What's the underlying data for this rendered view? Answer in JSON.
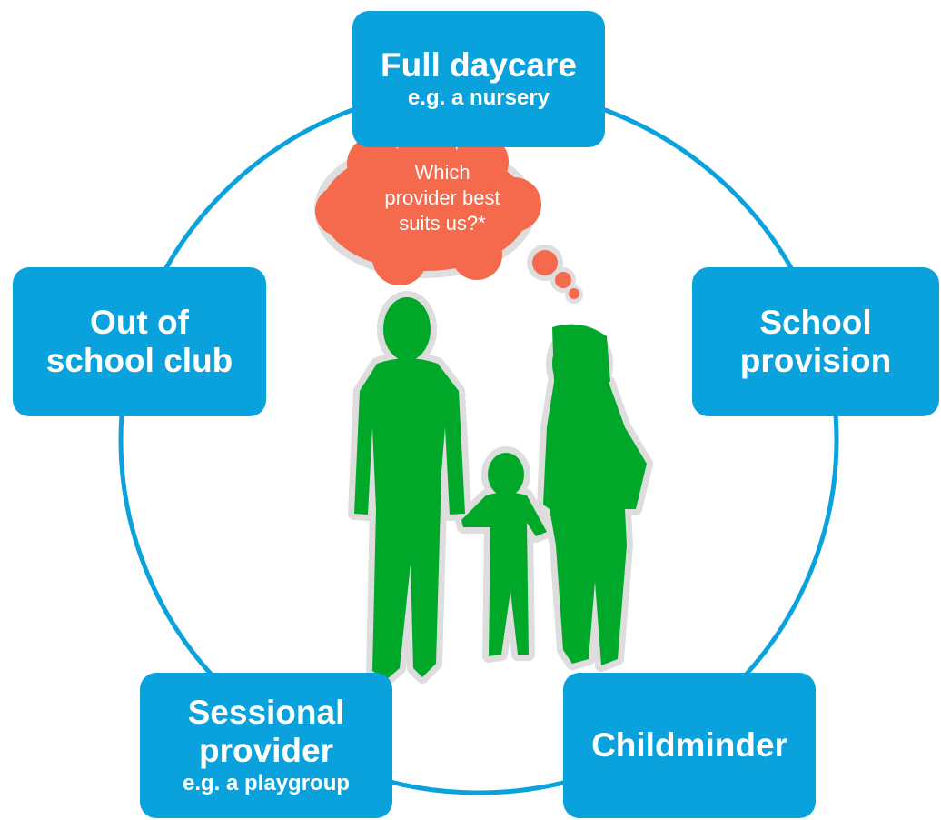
{
  "colors": {
    "box": "#0aa2dd",
    "circle": "#0aa2dd",
    "family": "#00a82a",
    "family_halo": "#dddddd",
    "thought": "#f5694d",
    "thought_halo": "#dedede"
  },
  "boxes": {
    "full_daycare": {
      "title": "Full daycare",
      "subtitle": "e.g. a nursery"
    },
    "school_provision": {
      "line1": "School",
      "line2": "provision"
    },
    "childminder": {
      "title": "Childminder"
    },
    "sessional_provider": {
      "line1": "Sessional",
      "line2": "provider",
      "subtitle": "e.g. a playgroup"
    },
    "out_of_school_club": {
      "line1": "Out of",
      "line2": "school club"
    }
  },
  "thought_bubble": {
    "line1": "Which",
    "line2": "provider best",
    "line3": "suits us?*"
  },
  "icons": [
    "family-silhouette",
    "thought-bubble"
  ]
}
